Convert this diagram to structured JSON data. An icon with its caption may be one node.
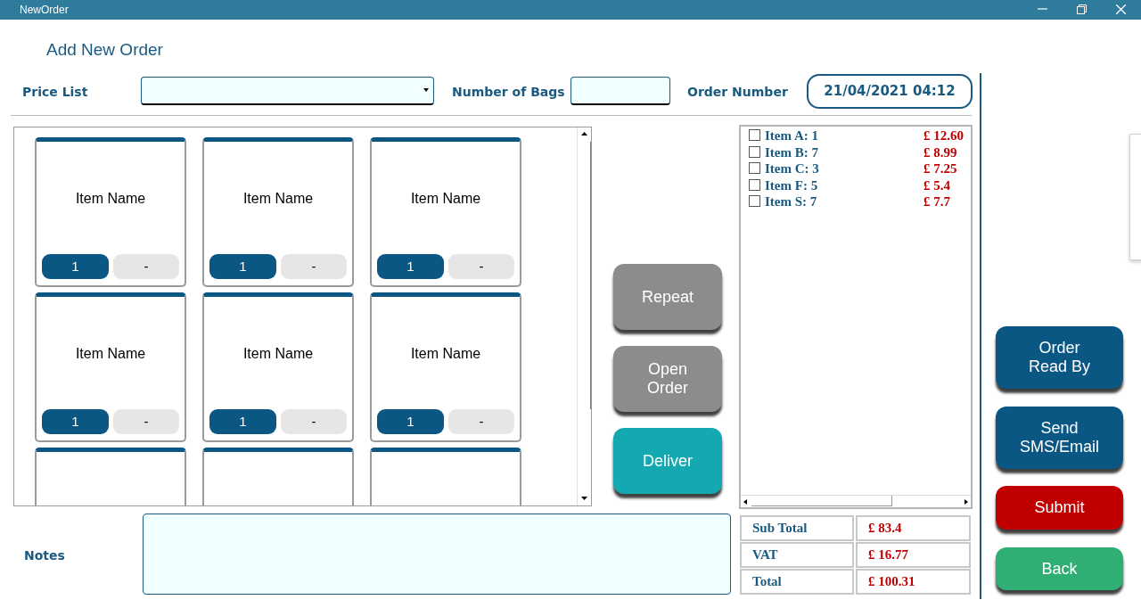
{
  "diagram": {
    "title": "Add New Order",
    "nodes": [
      {
        "text": [
          "Item Name",
          "1",
          "-"
        ]
      },
      {
        "text": [
          "Item Name",
          "1",
          "-"
        ]
      },
      {
        "text": [
          "Item Name",
          "1",
          "-"
        ]
      },
      {
        "text": [
          "Item Name",
          "1",
          "-"
        ]
      },
      {
        "text": [
          "Item Name",
          "1",
          "-"
        ]
      },
      {
        "text": [
          "Item Name",
          "1",
          "-"
        ]
      },
      {
        "text": [],
        "shape": "box"
      },
      {
        "text": [],
        "shape": "box"
      },
      {
        "text": [],
        "shape": "box"
      },
      {
        "text": [
          "Repeat"
        ]
      },
      {
        "text": [
          "Open Order"
        ]
      },
      {
        "text": [
          "Deliver"
        ]
      },
      {
        "text": [
          "Order Read By"
        ]
      },
      {
        "text": [
          "Send SMS/Email"
        ]
      },
      {
        "text": [
          "Submit"
        ]
      },
      {
        "text": [
          "Back"
        ]
      }
    ],
    "labels": [
      "NewOrder",
      "Price List",
      "Number of Bags",
      "Order Number",
      "21/04/2021 04:12",
      "Item A: 1",
      "£ 12.60",
      "Item B: 7",
      "£ 8.99",
      "Item C: 3",
      "£ 7.25",
      "Item F: 5",
      "£ 5.4",
      "Item S: 7",
      "£ 7.7",
      "Sub Total",
      "£ 83.4",
      "VAT",
      "£ 16.77",
      "Total",
      "£ 100.31",
      "Notes"
    ]
  }
}
